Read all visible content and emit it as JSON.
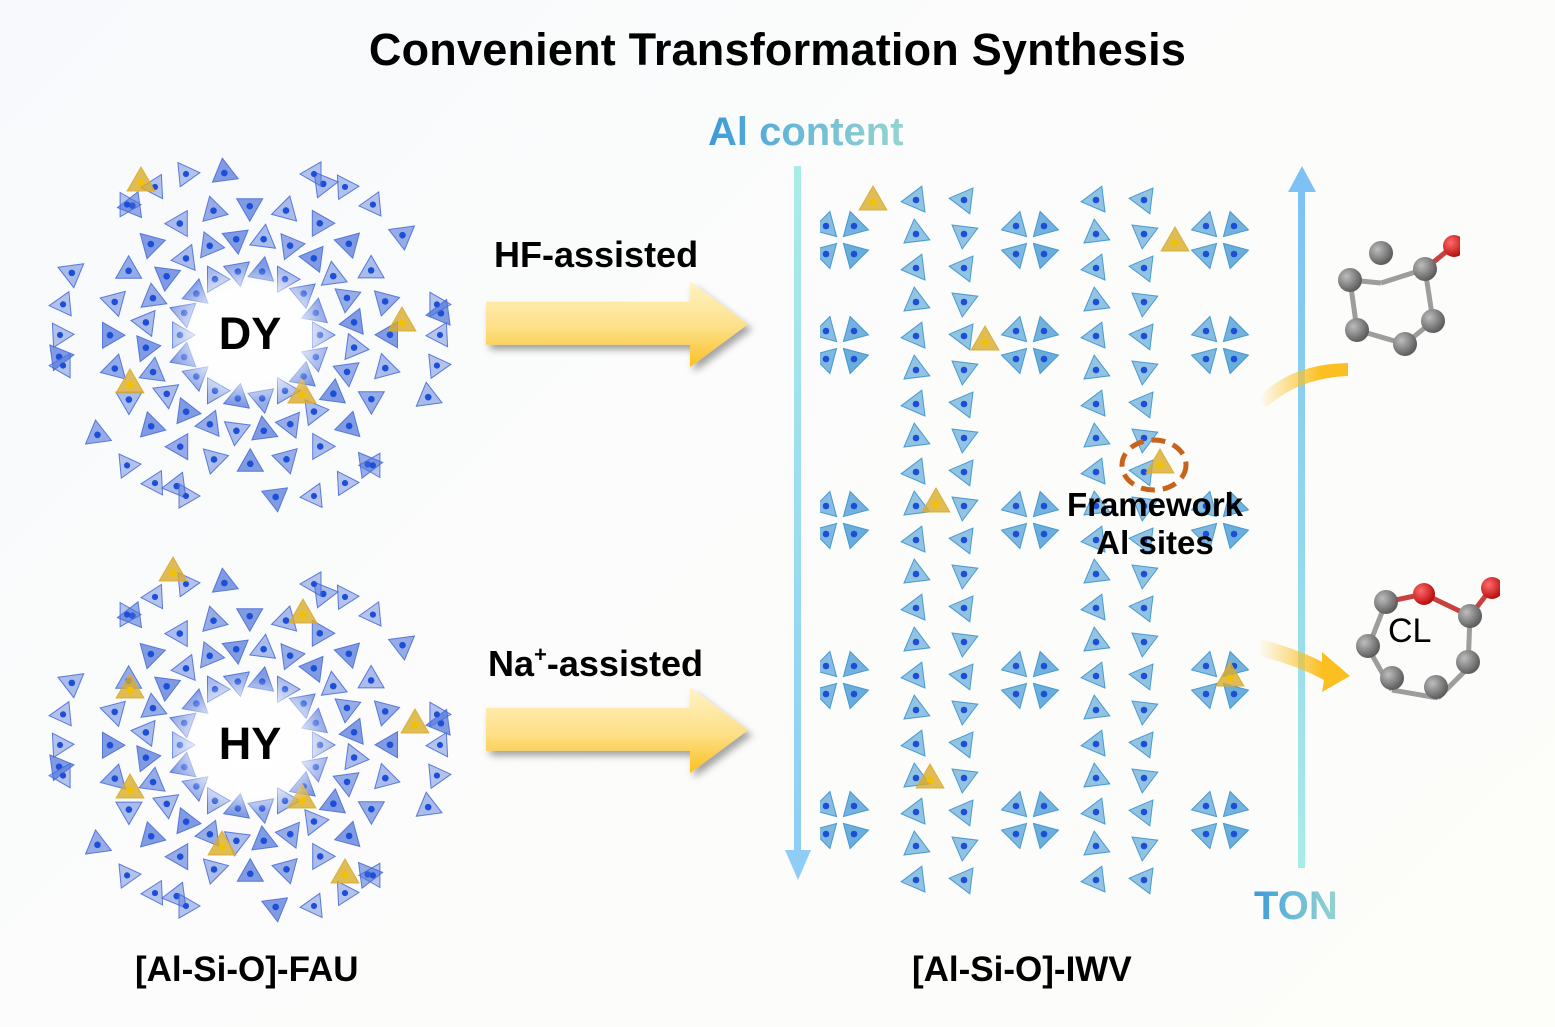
{
  "title": "Convenient Transformation Synthesis",
  "axis_labels": {
    "al_content": "Al content",
    "ton": "TON"
  },
  "precursors": [
    {
      "name": "DY"
    },
    {
      "name": "HY"
    }
  ],
  "routes": {
    "hf": "HF-assisted",
    "na_base": "Na",
    "na_sup": "+",
    "na_suffix": "-assisted"
  },
  "product": {
    "annotation_line1": "Framework",
    "annotation_line2": "Al sites"
  },
  "molecules": {
    "cyclohexanone": "",
    "caprolactone": "CL"
  },
  "bottom_labels": {
    "fau": "[Al-Si-O]-FAU",
    "iwv": "[Al-Si-O]-IWV"
  },
  "colors": {
    "framework_fau": "#4a6fd8",
    "framework_iwv": "#3a93d0",
    "al_site": "#d9ab2c",
    "arrow_yellow": "#fbbf22",
    "al_axis": "#a8e8e6",
    "ton_axis": "#7ec2f5",
    "highlight_ring": "#c8631e",
    "carbon": "#7b7b7b",
    "oxygen": "#e01818"
  }
}
